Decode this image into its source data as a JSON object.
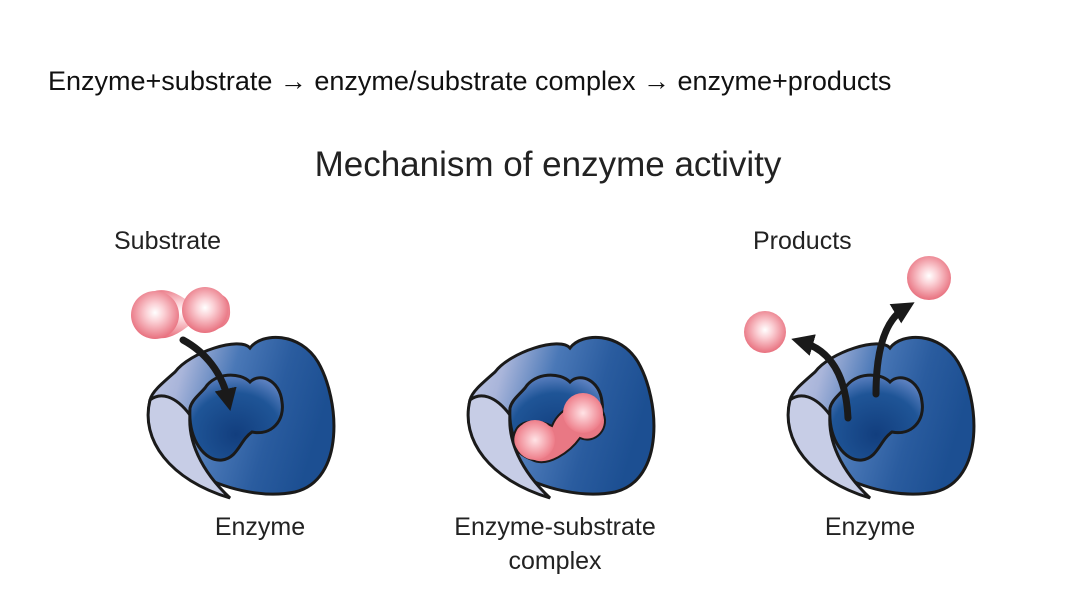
{
  "equation": "Enzyme+substrate → enzyme/substrate complex → enzyme+products",
  "title": "Mechanism of enzyme activity",
  "panels": {
    "left": {
      "top_label": "Substrate",
      "bottom_label": "Enzyme"
    },
    "middle": {
      "bottom_label_line1": "Enzyme-substrate",
      "bottom_label_line2": "complex"
    },
    "right": {
      "top_label": "Products",
      "bottom_label": "Enzyme"
    }
  },
  "colors": {
    "enzyme_dark": "#1c4f92",
    "enzyme_mid": "#3d6fb0",
    "enzyme_light": "#c3c9e4",
    "substrate": "#ef7f8a",
    "arrow": "#1a1a1a"
  }
}
